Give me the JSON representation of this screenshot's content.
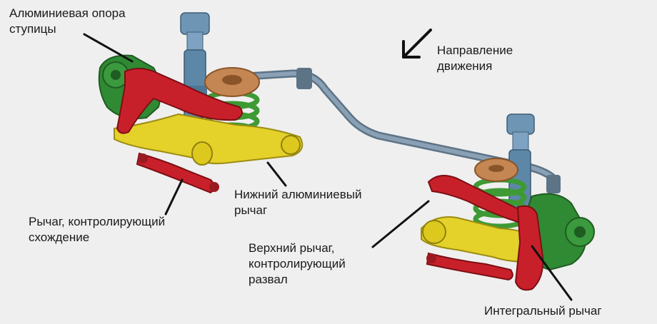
{
  "labels": {
    "hub_support": [
      "Алюминиевая опора",
      "ступицы"
    ],
    "direction": [
      "Направление",
      "движения"
    ],
    "lower_arm": [
      "Нижний алюминиевый",
      "рычаг"
    ],
    "toe_arm": [
      "Рычаг, контролирующий",
      "схождение"
    ],
    "camber_arm": [
      "Верхний рычаг,",
      "контролирующий",
      "развал"
    ],
    "integral_arm": [
      "Интегральный рычаг"
    ]
  },
  "colors": {
    "background": "#efefef",
    "hub_green": "#2f8a33",
    "arm_red": "#c8202a",
    "lower_arm_yellow": "#e2d21f",
    "shock_blue": "#5d87a7",
    "spring_green": "#4daa3a",
    "stabilizer_gray": "#6f8497",
    "seat_brown": "#b67a45"
  }
}
